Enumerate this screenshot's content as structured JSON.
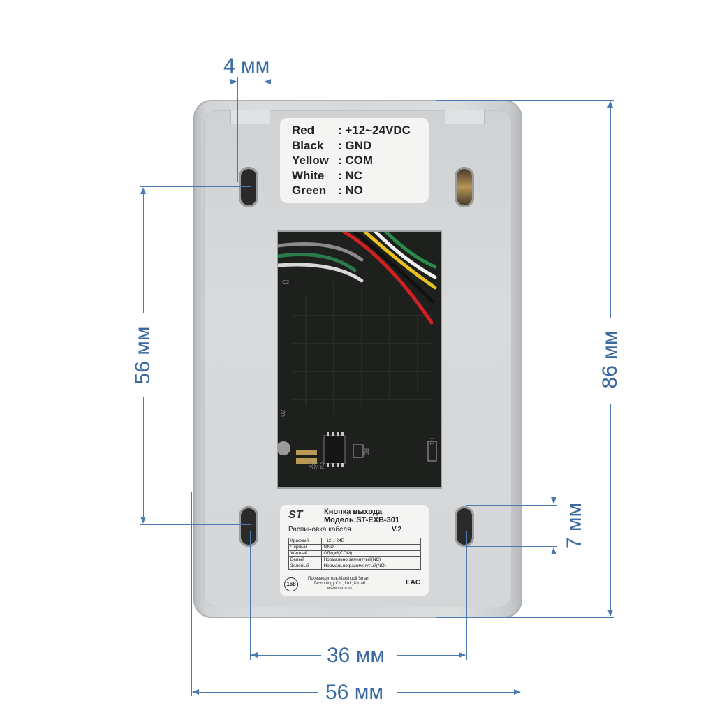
{
  "dimensions": {
    "top_notch": "4 мм",
    "left_height": "56 мм",
    "right_height": "86 мм",
    "slot_height": "7 мм",
    "hole_spacing": "36 мм",
    "total_width": "56 мм"
  },
  "wire_label": {
    "rows": [
      {
        "color": "Red",
        "value": ": +12~24VDC"
      },
      {
        "color": "Black",
        "value": ": GND"
      },
      {
        "color": "Yellow",
        "value": ": COM"
      },
      {
        "color": "White",
        "value": ": NC"
      },
      {
        "color": "Green",
        "value": ": NO"
      }
    ]
  },
  "pcb": {
    "markings": [
      "C2",
      "U2",
      "C4",
      "C3",
      "C6",
      "R5",
      "R1"
    ]
  },
  "product_label": {
    "logo": "ST",
    "title": "Кнопка выхода",
    "model": "Модель:ST-EXB-301",
    "subtitle": "Распиновка кабеля",
    "version": "V.2",
    "table": [
      {
        "wire": "Красный",
        "function": "+12... 24В"
      },
      {
        "wire": "Черный",
        "function": "GND"
      },
      {
        "wire": "Желтый",
        "function": "Общий(COM)"
      },
      {
        "wire": "Белый",
        "function": "Нормально замкнутый(NC)"
      },
      {
        "wire": "Зеленый",
        "function": "Нормально разомкнутый(NO)"
      }
    ],
    "badge": "168",
    "manufacturer_1": "Производитель:Marshooll Smart",
    "manufacturer_2": "Technology Co., Ltd., Китай",
    "website": "www.st-tm.ru",
    "cert": "EAC"
  },
  "colors": {
    "dimension": "#3a6aa0",
    "body": "#d6d8da",
    "pcb": "#1c1e1c"
  }
}
